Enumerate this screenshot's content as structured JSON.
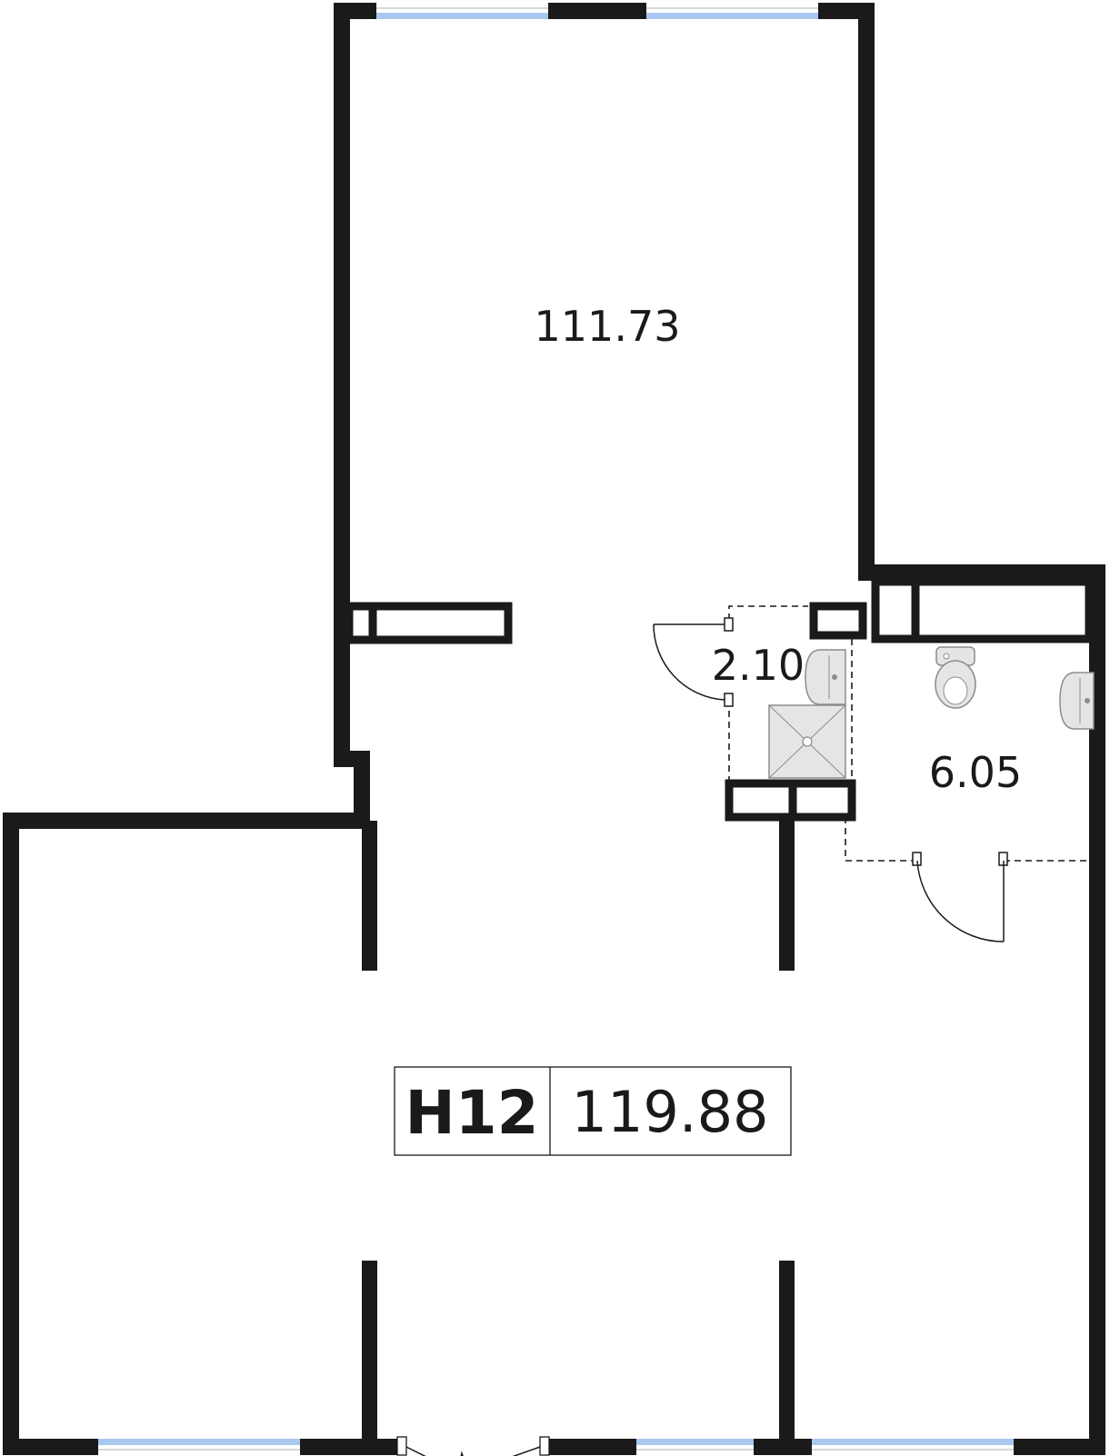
{
  "plan": {
    "unit_code": "Н12",
    "total_area": "119.88",
    "rooms": [
      {
        "id": "main-hall",
        "area": "111.73"
      },
      {
        "id": "shower-room",
        "area": "2.10"
      },
      {
        "id": "toilet-room",
        "area": "6.05"
      }
    ]
  },
  "colors": {
    "wall": "#1a1a1a",
    "window_glass": "#a9c8ef",
    "fixture_fill": "#e5e5e5",
    "fixture_stroke": "#8c8c8c"
  },
  "icons": [
    "window",
    "door",
    "toilet",
    "sink",
    "shower-tray"
  ]
}
